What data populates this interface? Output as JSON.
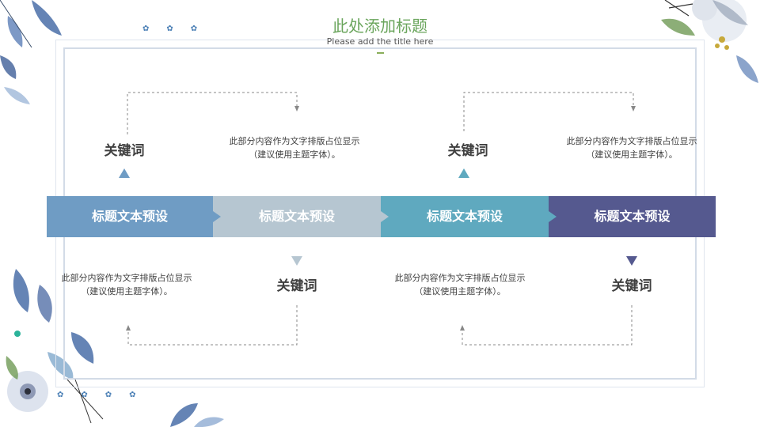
{
  "slide": {
    "title": "此处添加标题",
    "subtitle": "Please add the title here"
  },
  "colors": {
    "title": "#6aa55c",
    "step1": "#6f9cc4",
    "step2": "#b6c6d1",
    "step3": "#5fa9bf",
    "step4": "#55598f",
    "keyword_text": "#404040"
  },
  "steps": [
    {
      "label": "标题文本预设",
      "keyword": "关键词",
      "description": [
        "此部分内容作为文字排版占位显示",
        "（建议使用主题字体）。"
      ]
    },
    {
      "label": "标题文本预设",
      "keyword": "关键词",
      "description": [
        "此部分内容作为文字排版占位显示",
        "（建议使用主题字体）。"
      ]
    },
    {
      "label": "标题文本预设",
      "keyword": "关键词",
      "description": [
        "此部分内容作为文字排版占位显示",
        "（建议使用主题字体）。"
      ]
    },
    {
      "label": "标题文本预设",
      "keyword": "关键词",
      "description": [
        "此部分内容作为文字排版占位显示",
        "（建议使用主题字体）。"
      ]
    }
  ],
  "decorations": {
    "top_dots_icon": "small-flower-icon",
    "bottom_dots_icon": "small-flower-icon",
    "corner_art": "watercolor-flowers"
  }
}
